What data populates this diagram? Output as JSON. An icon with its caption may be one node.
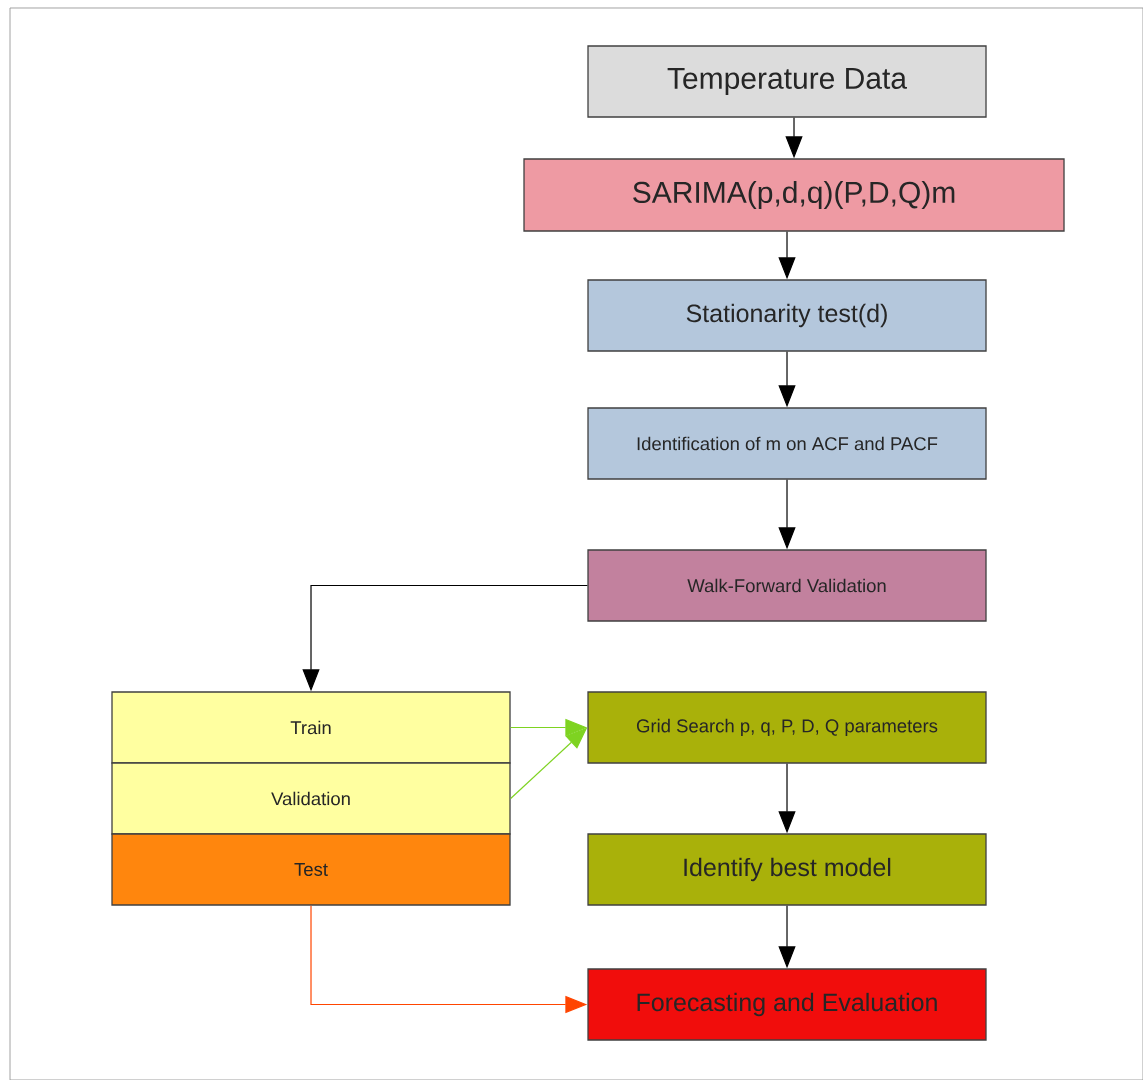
{
  "diagram": {
    "nodes": [
      {
        "text": [
          "Temperature Data"
        ]
      },
      {
        "text": [
          "SARIMA(p,d,q)(P,D,Q)m"
        ]
      },
      {
        "text": [
          "Stationarity test(d)"
        ]
      },
      {
        "text": [
          "Identification of m on ACF and PACF"
        ]
      },
      {
        "text": [
          "Walk-Forward Validation"
        ]
      },
      {
        "text": [
          "Train"
        ]
      },
      {
        "text": [
          "Validation"
        ]
      },
      {
        "text": [
          "Test"
        ]
      },
      {
        "text": [
          "Grid Search p, q, P, D, Q parameters"
        ]
      },
      {
        "text": [
          "Identify best model"
        ]
      },
      {
        "text": [
          "Forecasting and Evaluation"
        ]
      }
    ],
    "edges": [
      {
        "from": 0,
        "to": 1,
        "arrow": "to"
      },
      {
        "from": 1,
        "to": 2,
        "arrow": "to"
      },
      {
        "from": 2,
        "to": 3,
        "arrow": "to"
      },
      {
        "from": 3,
        "to": 4,
        "arrow": "to"
      },
      {
        "from": 4,
        "to": 5,
        "arrow": "to"
      },
      {
        "from": 5,
        "to": 8,
        "arrow": "to",
        "color": "#7ed321"
      },
      {
        "from": 6,
        "to": 8,
        "arrow": "to",
        "color": "#7ed321"
      },
      {
        "from": 7,
        "to": 10,
        "arrow": "to",
        "color": "#ff4500"
      },
      {
        "from": 8,
        "to": 9,
        "arrow": "to"
      },
      {
        "from": 9,
        "to": 10,
        "arrow": "to"
      }
    ]
  }
}
